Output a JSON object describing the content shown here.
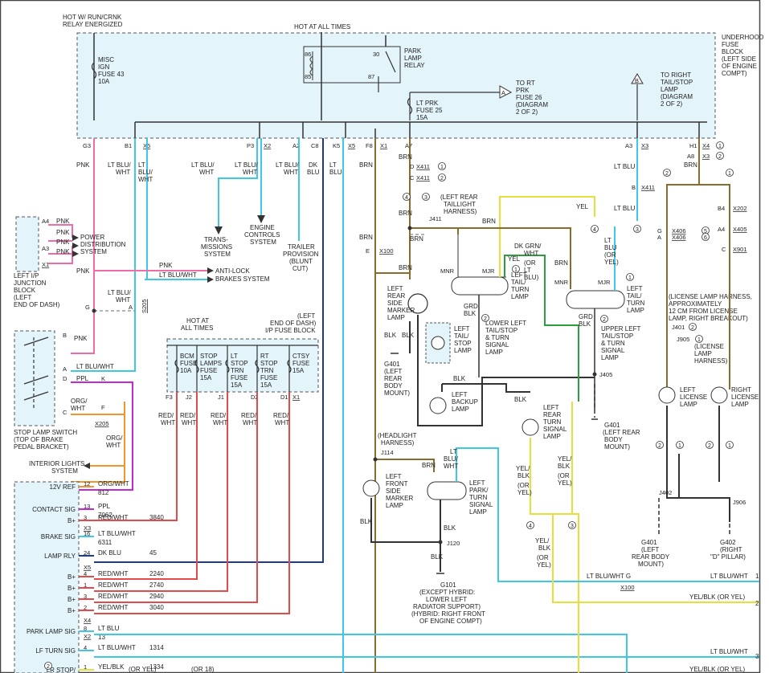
{
  "texts": {
    "relay_energized": [
      "HOT W/ RUN/CRNK",
      "RELAY ENERGIZED"
    ],
    "hot_at_all_times": "HOT AT ALL TIMES",
    "underhood_block": [
      "UNDERHOOD",
      "FUSE",
      "BLOCK",
      "(LEFT SIDE",
      "OF ENGINE",
      "COMPT)"
    ],
    "misc_fuse": [
      "MISC",
      "IGN",
      "FUSE 43",
      "10A"
    ],
    "park_relay": [
      "PARK",
      "LAMP",
      "RELAY"
    ],
    "relay_pins": [
      "86",
      "85",
      "30",
      "87"
    ],
    "to_rt_prk": [
      "TO RT",
      "PRK",
      "FUSE 26",
      "(DIAGRAM",
      "2 OF 2)"
    ],
    "to_right_tail": [
      "TO RIGHT",
      "TAIL/STOP",
      "LAMP",
      "(DIAGRAM",
      "2 OF 2)"
    ],
    "lt_prk_fuse": [
      "LT PRK",
      "FUSE 25",
      "15A"
    ],
    "arrow_a": "A",
    "arrow_b": "B",
    "conn_g3": "G3",
    "conn_b1": "B1",
    "conn_x5": "X5",
    "conn_p3": "P3",
    "conn_x2": "X2",
    "conn_a2": "A2",
    "conn_c8": "C8",
    "conn_k5": "K5",
    "conn_f8": "F8",
    "conn_x1": "X1",
    "conn_a7": "A7",
    "conn_a3": "A3",
    "conn_x3": "X3",
    "conn_h1": "H1",
    "conn_a8": "A8",
    "conn_x4": "X4",
    "circ1": "1",
    "circ2": "2",
    "circ3": "3",
    "circ4": "4",
    "circ5": "5",
    "circ6": "6",
    "pnk": "PNK",
    "lt_blu_wht": [
      "LT BLU/",
      "WHT"
    ],
    "lt_blu_wht2": [
      "LT",
      "BLU/",
      "WHT"
    ],
    "dk_blu": [
      "DK",
      "BLU"
    ],
    "lt_blu": [
      "LT",
      "BLU"
    ],
    "brn": "BRN",
    "lt_blu_s": "LT BLU",
    "x411": "X411",
    "x411_d": "D",
    "x411_c": "C",
    "x411_b": "B",
    "left_rear_harness": [
      "(LEFT REAR",
      "TAILLIGHT",
      "HARNESS)"
    ],
    "j411": "J411",
    "yel": "YEL",
    "x202": "X202",
    "x405": "X405",
    "x406": "X406",
    "x901": "X901",
    "pin_b4": "B4",
    "pin_a4": "A4",
    "pin_c": "C",
    "pin_g": "G",
    "pin_a": "A",
    "left_ip_block": [
      "LEFT I/P",
      "JUNCTION",
      "BLOCK",
      "(LEFT",
      "END OF DASH)"
    ],
    "pin_a4_l": "A4",
    "pin_a3_l": "A3",
    "x1_l": "X1",
    "power_dist": [
      "POWER",
      "DISTRIBUTION",
      "SYSTEM"
    ],
    "trans_sys": [
      "TRANS-",
      "MISSIONS",
      "SYSTEM"
    ],
    "engine_sys": [
      "ENGINE",
      "CONTROLS",
      "SYSTEM"
    ],
    "trailer_prov": [
      "TRAILER",
      "PROVISION",
      "(BLUNT",
      "CUT)"
    ],
    "abs": [
      "ANTI-LOCK",
      "BRAKES SYSTEM"
    ],
    "pnk_lbl": "PNK",
    "ltbluwht_lbl": "LT BLU/WHT",
    "s205": "S205",
    "pin_g_l": "G",
    "stop_lamp_switch": [
      "STOP LAMP SWITCH",
      "(TOP OF BRAKE",
      "PEDAL BRACKET)"
    ],
    "pin_b": "B",
    "pin_a_s": "A",
    "pin_d": "D",
    "pin_c_s": "C",
    "pin_e": "E",
    "pin_k": "K",
    "pin_f": "F",
    "ppl": "PPL",
    "org_wht": [
      "ORG/",
      "WHT"
    ],
    "x205": "X205",
    "interior_lights": [
      "INTERIOR LIGHTS",
      "SYSTEM"
    ],
    "hot_all_times2": [
      "HOT AT",
      "ALL TIMES"
    ],
    "ip_fuse_block": [
      "(LEFT",
      "END OF DASH)",
      "I/P FUSE BLOCK"
    ],
    "fuses": [
      [
        "BCM",
        "FUSE",
        "10A"
      ],
      [
        "STOP",
        "LAMPS",
        "FUSE",
        "15A"
      ],
      [
        "LT",
        "STOP",
        "TRN",
        "FUSE",
        "15A"
      ],
      [
        "RT",
        "STOP",
        "TRN",
        "FUSE",
        "15A"
      ],
      [
        "CTSY",
        "FUSE",
        "15A"
      ]
    ],
    "fuse_pins": [
      "F3",
      "J2",
      "J1",
      "D2",
      "D1",
      "X1"
    ],
    "red_wht": [
      "RED/",
      "WHT"
    ],
    "module_rows": [
      {
        "label": "12V REF",
        "pin": "12",
        "wire": "ORG/WHT",
        "circuit": "812"
      },
      {
        "label": "CONTACT SIG",
        "pin": "13",
        "wire": "PPL",
        "circuit": "7062"
      },
      {
        "label": "B+",
        "pin": "3",
        "wire": "RED/WHT",
        "circuit": "3840"
      },
      {
        "label": "BRAKE SIG",
        "pin": "16",
        "wire": "LT BLU/WHT",
        "circuit": "6311"
      },
      {
        "label": "LAMP RLY",
        "pin": "24",
        "wire": "DK BLU",
        "circuit": "45"
      },
      {
        "label": "B+",
        "pin": "4",
        "wire": "RED/WHT",
        "circuit": "2240"
      },
      {
        "label": "B+",
        "pin": "1",
        "wire": "RED/WHT",
        "circuit": "2740"
      },
      {
        "label": "B+",
        "pin": "3",
        "wire": "RED/WHT",
        "circuit": "2940"
      },
      {
        "label": "B+",
        "pin": "2",
        "wire": "RED/WHT",
        "circuit": "3040"
      },
      {
        "label": "PARK LAMP SIG",
        "pin": "8",
        "wire": "LT BLU",
        "circuit": "13"
      },
      {
        "label": "LF TURN SIG",
        "pin": "4",
        "wire": "LT BLU/WHT",
        "circuit": "1314"
      },
      {
        "label": "LR STOP/",
        "pin": "1",
        "wire": "YEL/BLK",
        "circuit": "1334"
      }
    ],
    "mod_x3": "X3",
    "mod_x5": "X5",
    "mod_x4": "X4",
    "mod_x2": "X2",
    "mod_or_yel": "(OR YEL)",
    "mod_or_18": "(OR 18)",
    "x100": "X100",
    "pin_e_x100": "E",
    "left_rear_side_marker": [
      "LEFT",
      "REAR",
      "SIDE",
      "MARKER",
      "LAMP"
    ],
    "blk": "BLK",
    "g401": [
      "G401",
      "(LEFT",
      "REAR",
      "BODY",
      "MOUNT)"
    ],
    "left_tail_stop": [
      "LEFT",
      "TAIL/",
      "STOP",
      "LAMP"
    ],
    "left_backup": [
      "LEFT",
      "BACKUP",
      "LAMP"
    ],
    "mnr": "MNR",
    "mjr": "MJR",
    "grd_blk": [
      "GRD",
      "BLK"
    ],
    "left_tail_turn": [
      "LEFT",
      "TAIL/",
      "TURN",
      "LAMP"
    ],
    "lower_left": [
      "LOWER LEFT",
      "TAIL/STOP",
      "& TURN",
      "SIGNAL",
      "LAMP"
    ],
    "upper_left": [
      "UPPER LEFT",
      "TAIL/STOP",
      "& TURN",
      "SIGNAL",
      "LAMP"
    ],
    "dk_grn_wht": [
      "DK GRN/",
      "WHT"
    ],
    "yel_or_ltblu": [
      "(OR",
      "LT",
      "BLU)"
    ],
    "lt_or_yel": [
      "LT",
      "BLU",
      "(OR",
      "YEL)"
    ],
    "j405": "J405",
    "g401_b": [
      "G401",
      "(LEFT REAR",
      "BODY",
      "MOUNT)"
    ],
    "left_rear_turn": [
      "LEFT",
      "REAR",
      "TURN",
      "SIGNAL",
      "LAMP"
    ],
    "yel_blk": [
      "YEL/",
      "BLK"
    ],
    "or_yel": [
      "(OR",
      "YEL)"
    ],
    "license_harness": [
      "(LICENSE LAMP HARNESS,",
      "APPROXIMATELY",
      "12 CM FROM LICENSE",
      "LAMP, RIGHT BREAKOUT)"
    ],
    "j401": "J401",
    "j905": "J905",
    "license_lbl": [
      "(LICENSE",
      "LAMP",
      "HARNESS)"
    ],
    "left_license": [
      "LEFT",
      "LICENSE",
      "LAMP"
    ],
    "right_license": [
      "RIGHT",
      "LICENSE",
      "LAMP"
    ],
    "j402": "J402",
    "j906": "J906",
    "g401_c": [
      "G401",
      "(LEFT",
      "REAR BODY",
      "MOUNT)"
    ],
    "g402": [
      "G402",
      "(RIGHT",
      "\"D\" PILLAR)"
    ],
    "headlight_harness": [
      "(HEADLIGHT",
      "HARNESS)"
    ],
    "j114": "J114",
    "left_front_side": [
      "LEFT",
      "FRONT",
      "SIDE",
      "MARKER",
      "LAMP"
    ],
    "left_park_turn": [
      "LEFT",
      "PARK/",
      "TURN",
      "SIGNAL",
      "LAMP"
    ],
    "lt_blu_wht3": [
      "LT",
      "BLU/",
      "WHT"
    ],
    "j120": "J120",
    "g101": [
      "G101",
      "(EXCEPT HYBRID:",
      "LOWER LEFT",
      "RADIATOR SUPPORT)",
      "(HYBRID: RIGHT FRONT",
      "OF ENGINE COMPT)"
    ],
    "yel_blk_or": [
      "YEL/",
      "BLK",
      "(OR",
      "YEL)"
    ],
    "right_edge": [
      {
        "wire": "LT BLU/WHT",
        "num": "1"
      },
      {
        "wire": "YEL/BLK  (OR YEL)",
        "num": "2"
      },
      {
        "wire": "LT BLU/WHT",
        "num": "3"
      },
      {
        "wire": "YEL/BLK  (OR YEL)",
        "num": ""
      }
    ],
    "ltbluwht_g": "LT BLU/WHT  G"
  },
  "colors": {
    "pink": "#f06ba8",
    "lightblue": "#3cc8e6",
    "darkblue": "#1c3a8f",
    "brown": "#8a6d2a",
    "red": "#e44a4a",
    "orange": "#f0962a",
    "purple": "#c02ad0",
    "yellow": "#e8e03a",
    "green": "#2e9e3c",
    "black": "#333333",
    "gray": "#888888"
  }
}
